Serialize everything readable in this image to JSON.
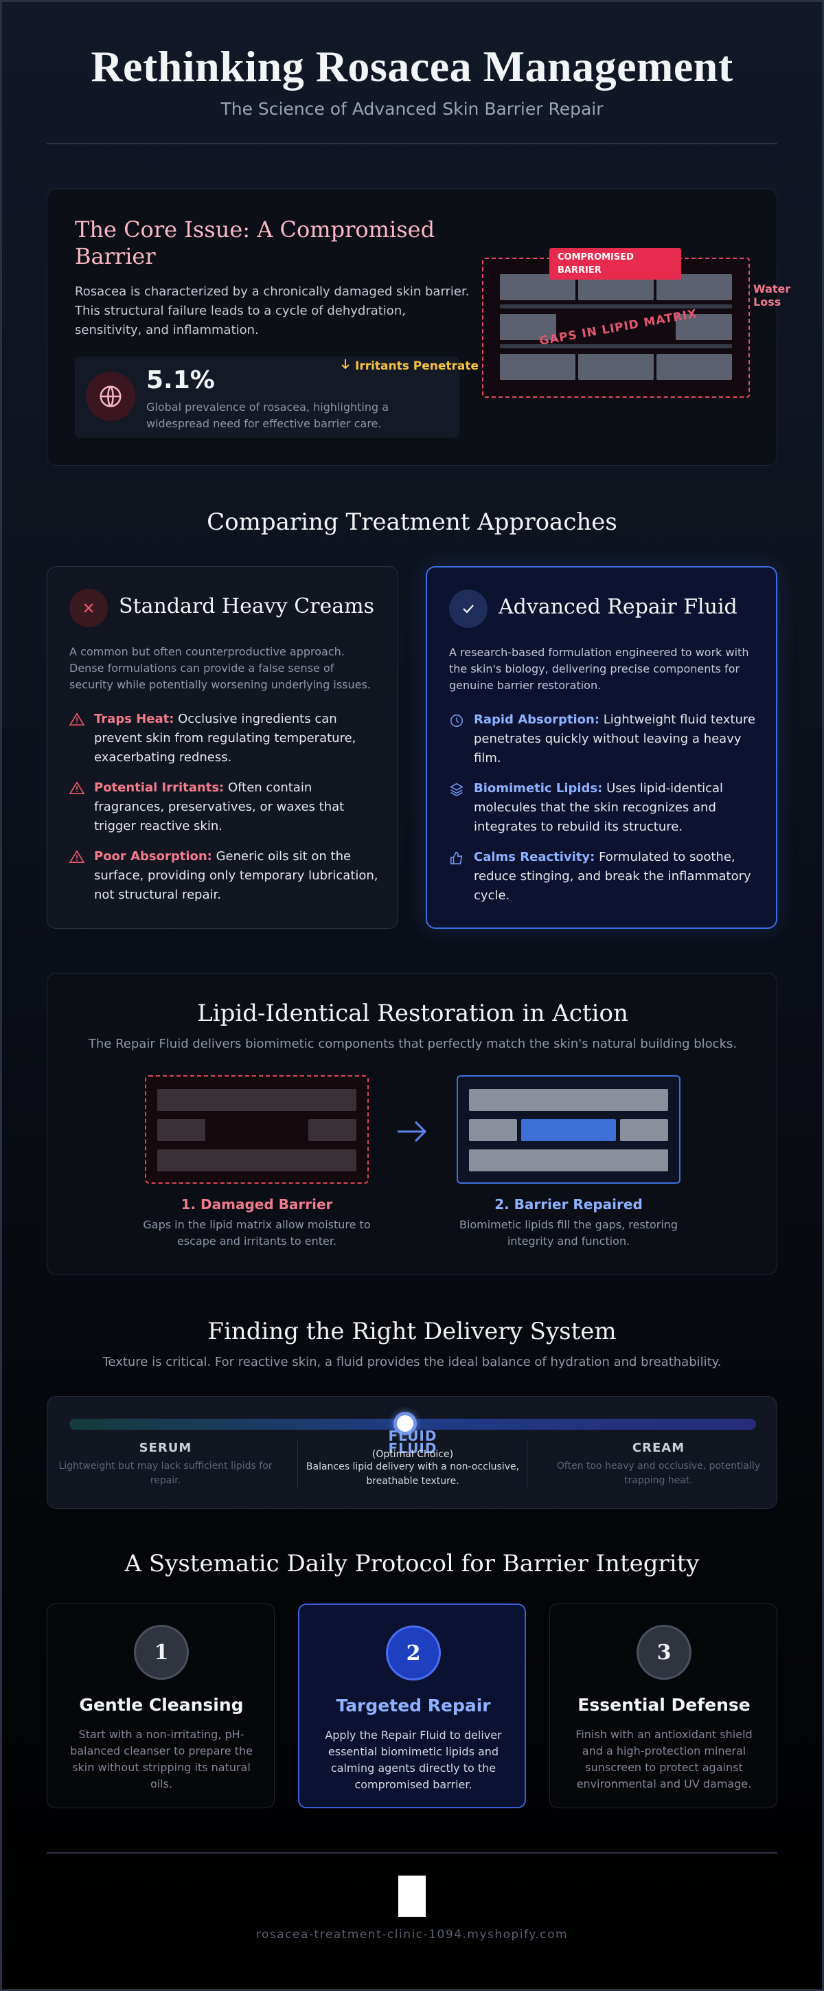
{
  "header": {
    "title": "Rethinking Rosacea Management",
    "subtitle": "The Science of Advanced Skin Barrier Repair"
  },
  "core": {
    "title": "The Core Issue: A Compromised Barrier",
    "description": "Rosacea is characterized by a chronically damaged skin barrier. This structural failure leads to a cycle of dehydration, sensitivity, and inflammation.",
    "stat_value": "5.1%",
    "stat_note": "Global prevalence of rosacea, highlighting a widespread need for effective barrier care.",
    "irritants_label": "Irritants Penetrate",
    "badge_label": "COMPROMISED BARRIER",
    "gaps_label": "GAPS IN LIPID MATRIX",
    "water_loss_label": "Water Loss",
    "icon": "globe-icon"
  },
  "compare": {
    "title": "Comparing Treatment Approaches",
    "standard": {
      "title": "Standard Heavy Creams",
      "intro": "A common but often counterproductive approach. Dense formulations can provide a false sense of security while potentially worsening underlying issues.",
      "points": [
        {
          "label": "Traps Heat:",
          "text": " Occlusive ingredients can prevent skin from regulating temperature, exacerbating redness.",
          "icon": "warning-icon"
        },
        {
          "label": "Potential Irritants:",
          "text": " Often contain fragrances, preservatives, or waxes that trigger reactive skin.",
          "icon": "warning-icon"
        },
        {
          "label": "Poor Absorption:",
          "text": " Generic oils sit on the surface, providing only temporary lubrication, not structural repair.",
          "icon": "warning-icon"
        }
      ]
    },
    "advanced": {
      "title": "Advanced Repair Fluid",
      "intro": "A research-based formulation engineered to work with the skin's biology, delivering precise components for genuine barrier restoration.",
      "points": [
        {
          "label": "Rapid Absorption:",
          "text": " Lightweight fluid texture penetrates quickly without leaving a heavy film.",
          "icon": "clock-icon"
        },
        {
          "label": "Biomimetic Lipids:",
          "text": " Uses lipid-identical molecules that the skin recognizes and integrates to rebuild its structure.",
          "icon": "layers-icon"
        },
        {
          "label": "Calms Reactivity:",
          "text": " Formulated to soothe, reduce stinging, and break the inflammatory cycle.",
          "icon": "thumbs-up-icon"
        }
      ]
    }
  },
  "restoration": {
    "title": "Lipid-Identical Restoration in Action",
    "subtitle": "The Repair Fluid delivers biomimetic components that perfectly match the skin's natural building blocks.",
    "damaged_title": "1. Damaged Barrier",
    "damaged_desc": "Gaps in the lipid matrix allow moisture to escape and irritants to enter.",
    "repaired_title": "2. Barrier Repaired",
    "repaired_desc": "Biomimetic lipids fill the gaps, restoring integrity and function.",
    "colors": {
      "damaged": "#d8465d",
      "repaired": "#3f6fe0"
    }
  },
  "delivery": {
    "title": "Finding the Right Delivery System",
    "subtitle": "Texture is critical. For reactive skin, a fluid provides the ideal balance of hydration and breathability.",
    "slider_position": 0.5,
    "serum_title": "SERUM",
    "serum_desc": "Lightweight but may lack sufficient lipids for repair.",
    "fluid_title": "FLUID",
    "fluid_title_echo": "FLUID",
    "fluid_optimal": "(Optimal Choice)",
    "fluid_desc": "Balances lipid delivery with a non-occlusive, breathable texture.",
    "cream_title": "CREAM",
    "cream_desc": "Often too heavy and occlusive, potentially trapping heat."
  },
  "protocol": {
    "title": "A Systematic Daily Protocol for Barrier Integrity",
    "steps": [
      {
        "num": "1",
        "title": "Gentle Cleansing",
        "desc": "Start with a non-irritating, pH-balanced cleanser to prepare the skin without stripping its natural oils."
      },
      {
        "num": "2",
        "title": "Targeted Repair",
        "desc": "Apply the Repair Fluid to deliver essential biomimetic lipids and calming agents directly to the compromised barrier."
      },
      {
        "num": "3",
        "title": "Essential Defense",
        "desc": "Finish with an antioxidant shield and a high-protection mineral sunscreen to protect against environmental and UV damage."
      }
    ]
  },
  "footer": {
    "url": "rosacea-treatment-clinic-1094.myshopify.com"
  }
}
